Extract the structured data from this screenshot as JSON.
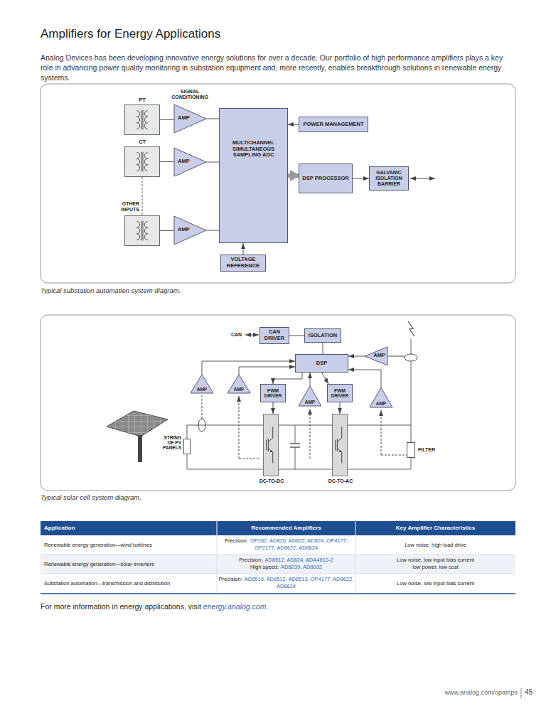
{
  "diagram": {
    "title": "Amplifiers for Energy Applications",
    "nodes": [
      {
        "text": [
          "PT"
        ]
      },
      {
        "text": [
          "AMP"
        ]
      },
      {
        "text": [
          "CT"
        ]
      },
      {
        "text": [
          "AMP"
        ]
      },
      {
        "text": [
          "OTHER INPUTS"
        ]
      },
      {
        "text": [
          "AMP"
        ]
      },
      {
        "text": [
          "MULTICHANNEL SIMULTANEOUS SAMPLING ADC"
        ]
      },
      {
        "text": [
          "POWER MANAGEMENT"
        ]
      },
      {
        "text": [
          "DSP PROCESSOR"
        ]
      },
      {
        "text": [
          "GALVANIC ISOLATION BARRIER"
        ]
      },
      {
        "text": [
          "VOLTAGE REFERENCE"
        ]
      },
      {
        "text": [
          "CAN DRIVER"
        ]
      },
      {
        "text": [
          "ISOLATION"
        ]
      },
      {
        "text": [
          "DSP"
        ]
      },
      {
        "text": [
          "AMP"
        ]
      },
      {
        "text": [
          "AMP"
        ]
      },
      {
        "text": [
          "AMP"
        ]
      },
      {
        "text": [
          "PWM DRIVER"
        ]
      },
      {
        "text": [
          "AMP"
        ]
      },
      {
        "text": [
          "PWM DRIVER"
        ]
      },
      {
        "text": [
          "AMP"
        ]
      },
      {
        "text": [
          "STRING OF PV PANELS"
        ]
      },
      {
        "text": [
          "DC-TO-DC"
        ]
      },
      {
        "text": [
          "DC-TO-AC"
        ]
      },
      {
        "text": [
          "FILTER"
        ]
      }
    ],
    "edges": [
      {
        "from": 0,
        "to": 1,
        "arrow": "none"
      },
      {
        "from": 1,
        "to": 6,
        "arrow": "none"
      },
      {
        "from": 2,
        "to": 3,
        "arrow": "none"
      },
      {
        "from": 3,
        "to": 6,
        "arrow": "none"
      },
      {
        "from": 4,
        "to": 5,
        "arrow": "none"
      },
      {
        "from": 5,
        "to": 6,
        "arrow": "none"
      },
      {
        "from": 2,
        "to": 4,
        "arrow": "none"
      },
      {
        "from": 7,
        "to": 6,
        "arrow": "to"
      },
      {
        "from": 6,
        "to": 8,
        "arrow": "to"
      },
      {
        "from": 8,
        "to": 9,
        "arrow": "to"
      },
      {
        "from": 10,
        "to": 6,
        "arrow": "to"
      },
      {
        "from": 11,
        "to": 12,
        "arrow": "none"
      },
      {
        "from": 12,
        "to": 13,
        "arrow": "none"
      },
      {
        "from": 14,
        "to": 13,
        "arrow": "to"
      },
      {
        "from": 15,
        "to": 13,
        "arrow": "to"
      },
      {
        "from": 16,
        "to": 13,
        "arrow": "to"
      },
      {
        "from": 13,
        "to": 17,
        "arrow": "to"
      },
      {
        "from": 18,
        "to": 13,
        "arrow": "to"
      },
      {
        "from": 13,
        "to": 19,
        "arrow": "to"
      },
      {
        "from": 20,
        "to": 13,
        "arrow": "to"
      },
      {
        "from": 17,
        "to": 22,
        "arrow": "to"
      },
      {
        "from": 19,
        "to": 23,
        "arrow": "to"
      },
      {
        "from": 21,
        "to": 22,
        "arrow": "none"
      },
      {
        "from": 22,
        "to": 23,
        "arrow": "none"
      },
      {
        "from": 23,
        "to": 24,
        "arrow": "none"
      }
    ],
    "labels": [
      "Analog Devices has been developing innovative energy solutions for over a decade. Our portfolio of high performance amplifiers plays a key role in advancing power quality monitoring in substation equipment and, more recently, enables breakthrough solutions in renewable energy systems.",
      "SIGNAL CONDITIONING",
      "Typical substation automation system diagram.",
      "CAN",
      "Typical solar cell system diagram.",
      "Application",
      "Recommended Amplifiers",
      "Key Amplifier Characteristics",
      "Renewable energy generation—wind turbines",
      "Precision:",
      "OP282, AD820, AD822, AD824, OP4177, OP2177, AD8622, AD8624",
      "Low noise, high load drive",
      "Renewable energy generation—solar inverters",
      "Precision:",
      "AD8512, AD824, ADA4610-2",
      "High speed:",
      "AD8039, AD8092",
      "Low noise, low input bias current",
      "low power, low cost",
      "Substation automation—transmission and distribution",
      "Precision:",
      "AD8510, AD8512, AD8513, OP4177, AD8622, AD8624",
      "Low noise, low input bias current",
      "For more information in energy applications, visit",
      "energy.analog.com.",
      "www.analog.com/opamps",
      "45"
    ]
  }
}
